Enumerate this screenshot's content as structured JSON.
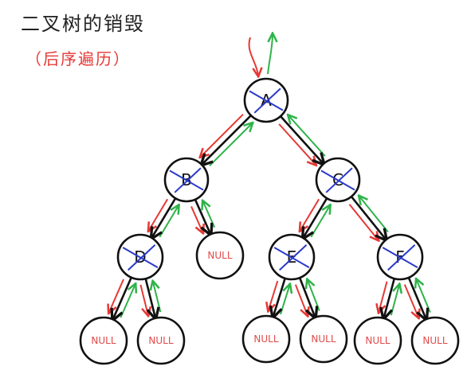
{
  "title": "二叉树的销毁",
  "subtitle": "（后序遍历）",
  "colors": {
    "descend_arrow": "#e53935",
    "return_arrow": "#2fb34a",
    "tree_edge": "#111111",
    "destroyed_cross": "#2a39c9",
    "null_label": "#e24a4a"
  },
  "nodes": [
    {
      "id": "A",
      "label": "A",
      "destroyed": true
    },
    {
      "id": "B",
      "label": "B",
      "destroyed": true
    },
    {
      "id": "C",
      "label": "C",
      "destroyed": true
    },
    {
      "id": "D",
      "label": "D",
      "destroyed": true
    },
    {
      "id": "E",
      "label": "E",
      "destroyed": true
    },
    {
      "id": "F",
      "label": "F",
      "destroyed": true
    },
    {
      "id": "B_right",
      "label": "NULL",
      "null": true
    },
    {
      "id": "D_left",
      "label": "NULL",
      "null": true
    },
    {
      "id": "D_right",
      "label": "NULL",
      "null": true
    },
    {
      "id": "E_left",
      "label": "NULL",
      "null": true
    },
    {
      "id": "E_right",
      "label": "NULL",
      "null": true
    },
    {
      "id": "F_left",
      "label": "NULL",
      "null": true
    },
    {
      "id": "F_right",
      "label": "NULL",
      "null": true
    }
  ],
  "edges": [
    {
      "from": "A",
      "to": "B"
    },
    {
      "from": "A",
      "to": "C"
    },
    {
      "from": "B",
      "to": "D"
    },
    {
      "from": "B",
      "to": "B_right"
    },
    {
      "from": "C",
      "to": "E"
    },
    {
      "from": "C",
      "to": "F"
    },
    {
      "from": "D",
      "to": "D_left"
    },
    {
      "from": "D",
      "to": "D_right"
    },
    {
      "from": "E",
      "to": "E_left"
    },
    {
      "from": "E",
      "to": "E_right"
    },
    {
      "from": "F",
      "to": "F_left"
    },
    {
      "from": "F",
      "to": "F_right"
    }
  ]
}
